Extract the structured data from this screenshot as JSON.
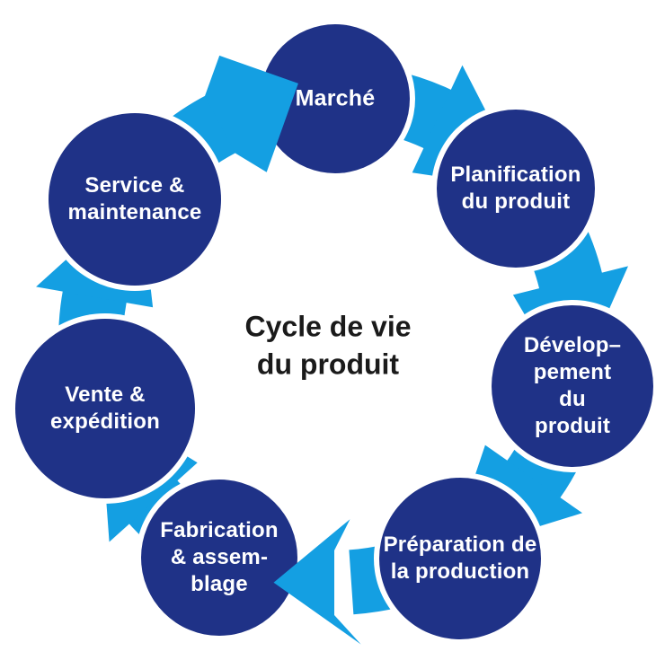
{
  "center_title": "Cycle de vie\ndu produit",
  "nodes": [
    {
      "id": "marche",
      "label": "Marché"
    },
    {
      "id": "planification",
      "label": "Planification\ndu produit"
    },
    {
      "id": "developpement",
      "label": "Dévelop–\npement du\nproduit"
    },
    {
      "id": "preparation",
      "label": "Préparation de\nla production"
    },
    {
      "id": "fabrication",
      "label": "Fabrication\n& assem-\nblage"
    },
    {
      "id": "vente",
      "label": "Vente &\nexpédition"
    },
    {
      "id": "service",
      "label": "Service &\nmaintenance"
    }
  ],
  "colors": {
    "node_fill": "#1f3287",
    "arrow": "#149fe2",
    "node_text": "#ffffff",
    "title_text": "#1a1a1a",
    "background": "#ffffff"
  }
}
